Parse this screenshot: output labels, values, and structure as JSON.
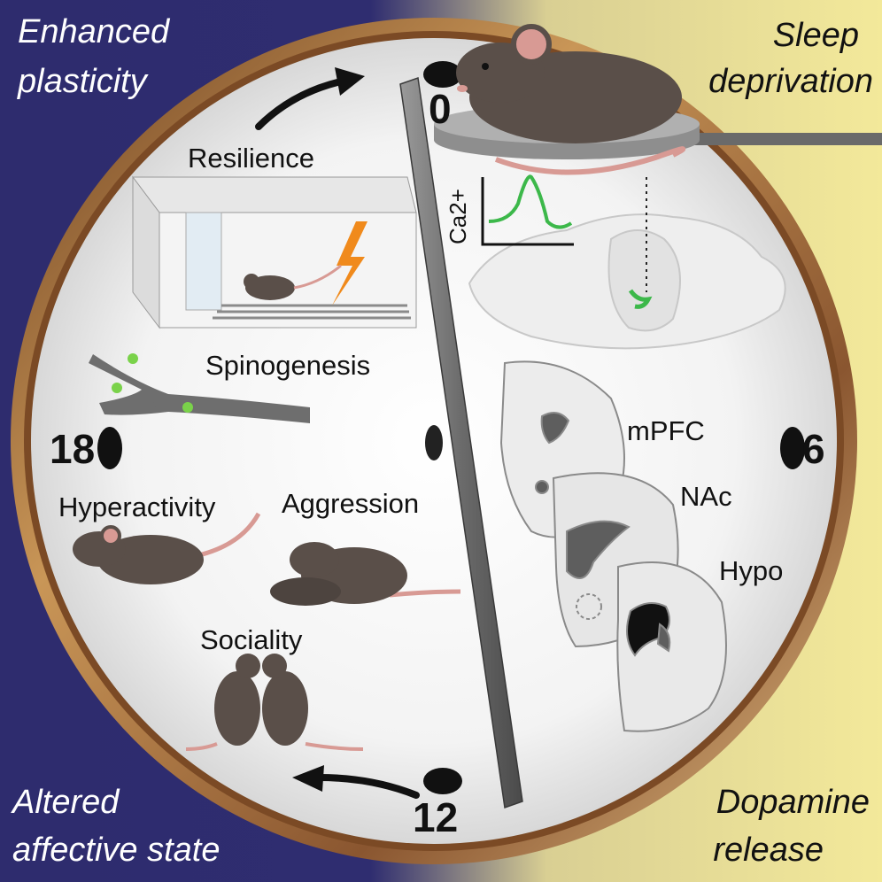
{
  "corners": {
    "top_left": [
      "Enhanced",
      "plasticity"
    ],
    "top_right": [
      "Sleep",
      "deprivation"
    ],
    "bottom_left": [
      "Altered",
      "affective state"
    ],
    "bottom_right": [
      "Dopamine",
      "release"
    ]
  },
  "clock_numbers": {
    "top": "0",
    "right": "6",
    "bottom": "12",
    "left": "18"
  },
  "labels": {
    "resilience": "Resilience",
    "spinogenesis": "Spinogenesis",
    "hyperactivity": "Hyperactivity",
    "aggression": "Aggression",
    "sociality": "Sociality",
    "calcium": "Ca2+",
    "mpfc": "mPFC",
    "nac": "NAc",
    "hypo": "Hypo"
  },
  "colors": {
    "left_background": "#2e2c6e",
    "right_background": "#f3e99a",
    "clock_rim": "#a9733e",
    "calcium_trace": "#3cb84a",
    "lightning": "#f08a1c",
    "mouse_fur": "#5a4f49",
    "mouse_tail": "#d89a94"
  },
  "icons": [
    "mouse-icon",
    "lightning-icon",
    "dendrite-icon",
    "brain-icon",
    "calcium-trace-icon",
    "clock-hand-icon"
  ]
}
